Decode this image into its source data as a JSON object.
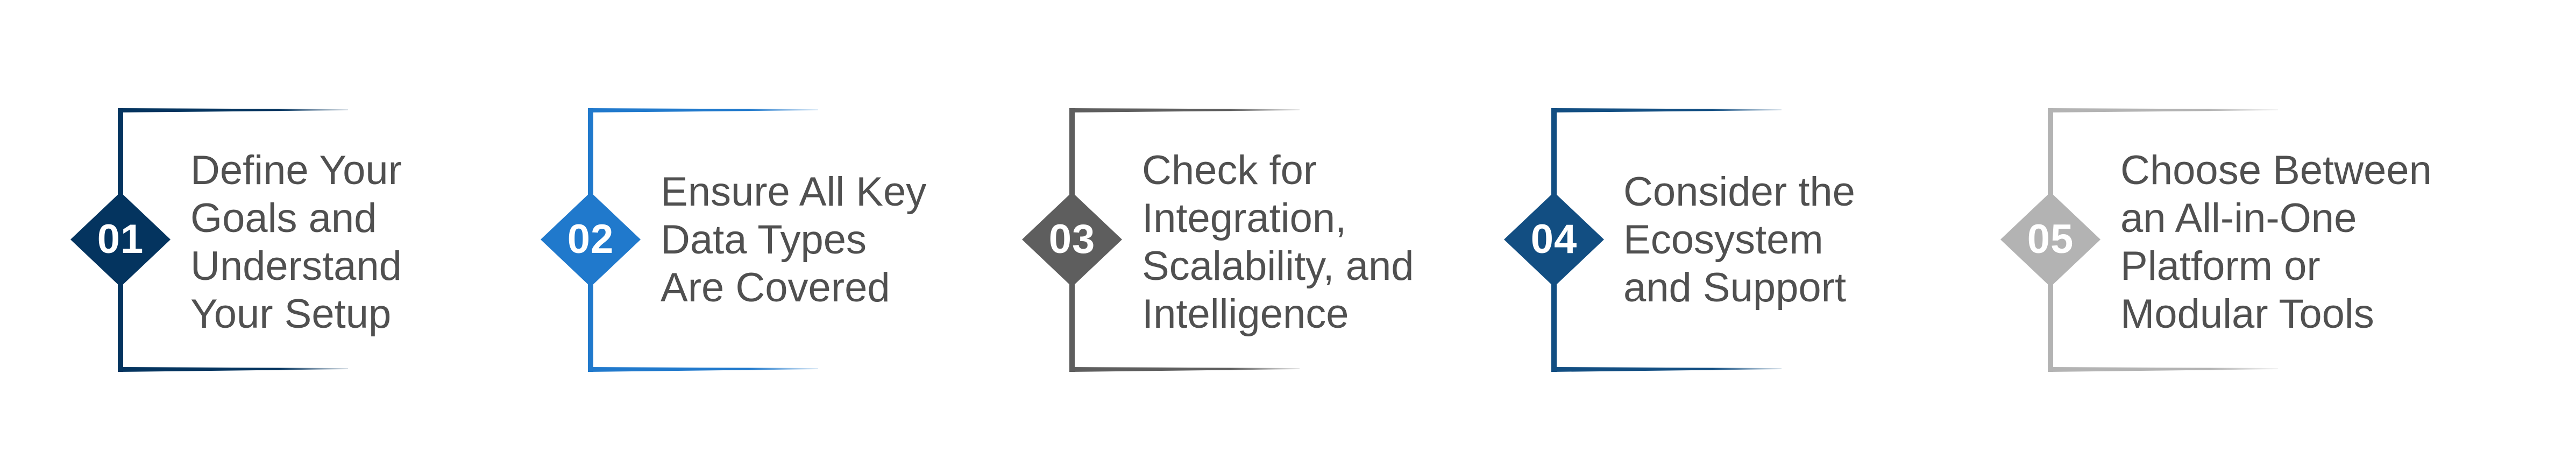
{
  "diagram": {
    "type": "numbered-steps",
    "text_color": "#505050",
    "steps": [
      {
        "number": "01",
        "color": "#04345F",
        "lines": [
          "Define Your",
          "Goals and",
          "Understand",
          "Your Setup"
        ],
        "title": "Define Your Goals and Understand Your Setup"
      },
      {
        "number": "02",
        "color": "#2079CC",
        "lines": [
          "Ensure All Key",
          "Data Types",
          "Are Covered"
        ],
        "title": "Ensure All Key Data Types Are Covered"
      },
      {
        "number": "03",
        "color": "#5E5E5E",
        "lines": [
          "Check for",
          "Integration,",
          "Scalability, and",
          "Intelligence"
        ],
        "title": "Check for Integration, Scalability, and Intelligence"
      },
      {
        "number": "04",
        "color": "#124E82",
        "lines": [
          "Consider the",
          "Ecosystem",
          "and Support"
        ],
        "title": "Consider the Ecosystem and Support"
      },
      {
        "number": "05",
        "color": "#B3B3B3",
        "lines": [
          "Choose Between",
          "an All-in-One",
          "Platform or",
          "Modular Tools"
        ],
        "title": "Choose Between an All-in-One Platform or Modular Tools"
      }
    ]
  }
}
